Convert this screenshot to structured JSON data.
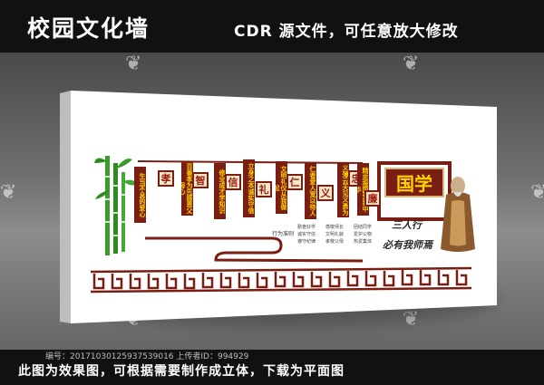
{
  "header": {
    "title": "校园文化墙",
    "note": "CDR 源文件，可任意放大修改"
  },
  "board": {
    "panels": [
      {
        "virtue": "孝",
        "text": "百善孝为先感恩父母心"
      },
      {
        "virtue": "智",
        "text": "修业成才学知识"
      },
      {
        "virtue": "信",
        "text": "立身之本诚实守信"
      },
      {
        "virtue": "礼",
        "text": "文明礼仪从我做起"
      },
      {
        "virtue": "仁",
        "text": "仁者爱人宽以待人"
      },
      {
        "virtue": "义",
        "text": "义薄云天见义勇为"
      },
      {
        "virtue": "忠",
        "text": "精忠报国爱我中华"
      },
      {
        "virtue": "廉",
        "text": "清正廉洁自律自省"
      }
    ],
    "side_text": "生当不息的爱心",
    "guoxue": "国学",
    "quote_line1": "三人行",
    "quote_line2": "必有我师焉",
    "rules_title": "行为准则",
    "rules": [
      "勤奋好学",
      "尊敬师长",
      "团结同学",
      "诚实守信",
      "文明礼貌",
      "爱护公物",
      "遵守纪律",
      "孝敬父母",
      "热爱集体"
    ]
  },
  "footer": {
    "id_text": "编号：20171030125937539016 上传者ID：994929",
    "note": "此图为效果图，可根据需要制作成立体，下载为平面图"
  },
  "colors": {
    "board_white": "#ffffff",
    "dark_red": "#7a1e14",
    "gold": "#ffd200",
    "bamboo_green": "#3a9a2a"
  }
}
